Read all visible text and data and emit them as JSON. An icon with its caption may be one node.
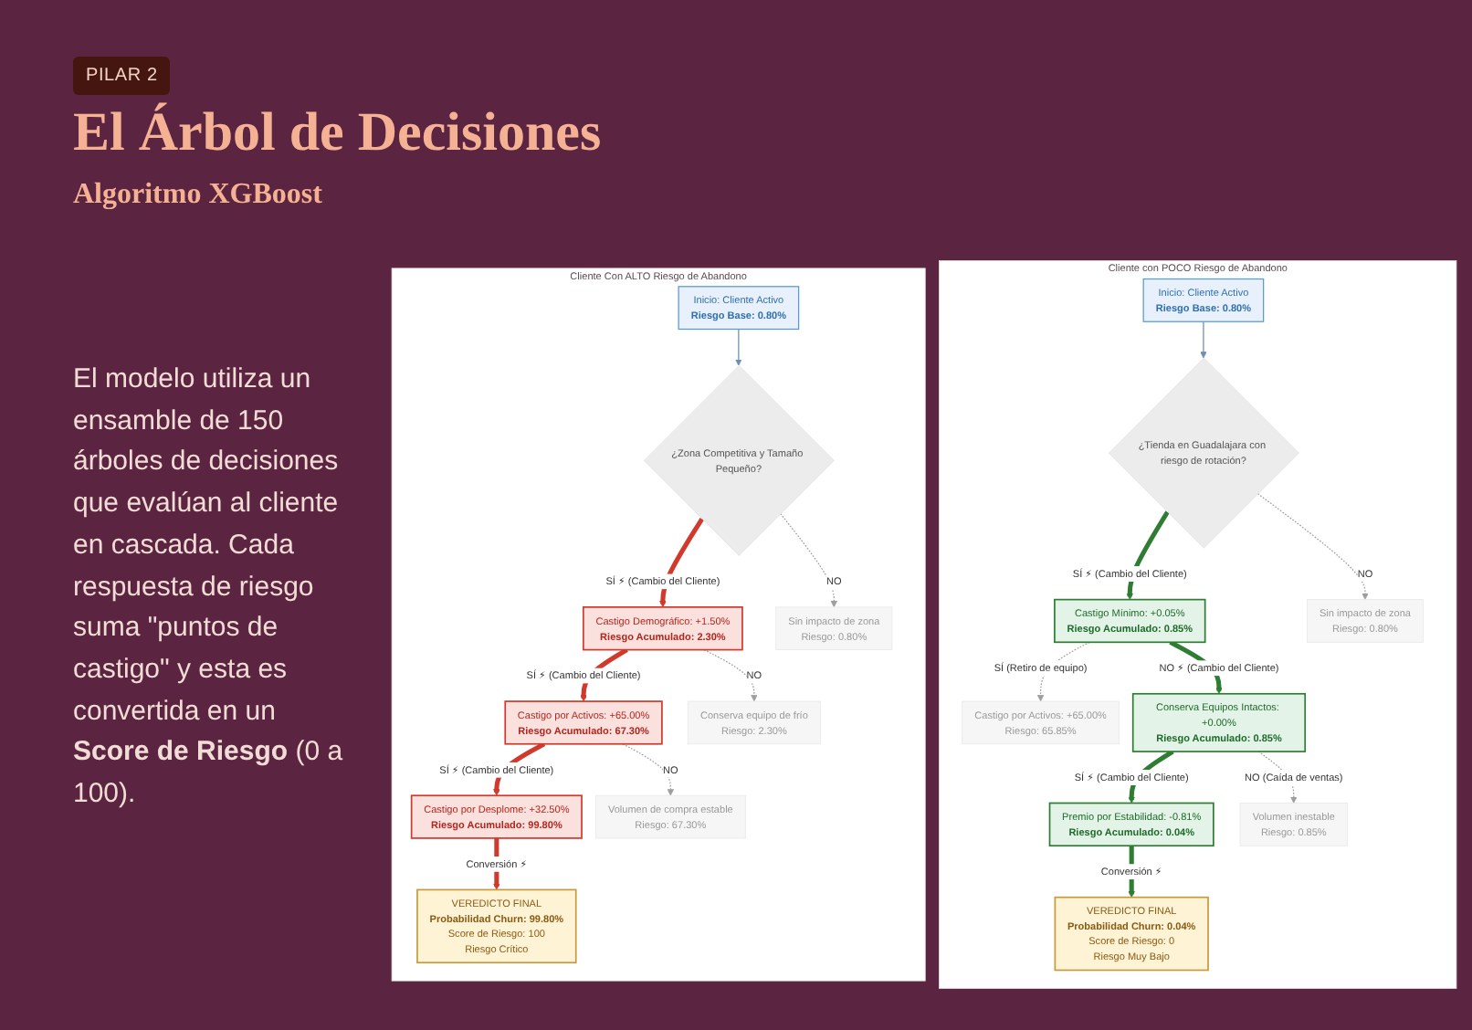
{
  "diagram": {
    "title": "El Árbol de Decisiones",
    "nodes": [
      {
        "text": [
          "Cliente Con ALTO Riesgo de Abandono"
        ]
      },
      {
        "text": [
          "Inicio: Cliente Activo",
          "Riesgo Base: 0.80%"
        ],
        "in": 0
      },
      {
        "text": [
          "¿Zona Competitiva y Tamaño Pequeño?"
        ],
        "in": 0
      },
      {
        "text": [
          "Castigo Demográfico: +1.50%",
          "Riesgo Acumulado: 2.30%"
        ],
        "in": 0
      },
      {
        "text": [
          "Sin impacto de zona",
          "Riesgo: 0.80%"
        ],
        "in": 0
      },
      {
        "text": [
          "Castigo por Activos: +65.00%",
          "Riesgo Acumulado: 67.30%"
        ],
        "in": 0
      },
      {
        "text": [
          "Conserva equipo de frío",
          "Riesgo: 2.30%"
        ],
        "in": 0
      },
      {
        "text": [
          "Castigo por Desplome: +32.50%",
          "Riesgo Acumulado: 99.80%"
        ],
        "in": 0
      },
      {
        "text": [
          "Volumen de compra estable",
          "Riesgo: 67.30%"
        ],
        "in": 0
      },
      {
        "text": [
          "VEREDICTO FINAL",
          "Probabilidad Churn: 99.80%",
          "Score de Riesgo: 100",
          "Riesgo Crítico"
        ],
        "in": 0
      },
      {
        "text": [
          "Cliente con POCO Riesgo de Abandono"
        ]
      },
      {
        "text": [
          "Inicio: Cliente Activo",
          "Riesgo Base: 0.80%"
        ],
        "in": 10
      },
      {
        "text": [
          "¿Tienda en Guadalajara con riesgo de rotación?"
        ],
        "in": 10
      },
      {
        "text": [
          "Castigo Mínimo: +0.05%",
          "Riesgo Acumulado: 0.85%"
        ],
        "in": 10
      },
      {
        "text": [
          "Sin impacto de zona",
          "Riesgo: 0.80%"
        ],
        "in": 10
      },
      {
        "text": [
          "Castigo por Activos: +65.00%",
          "Riesgo: 65.85%"
        ],
        "in": 10
      },
      {
        "text": [
          "Conserva Equipos Intactos: +0.00%",
          "Riesgo Acumulado: 0.85%"
        ],
        "in": 10
      },
      {
        "text": [
          "Volumen inestable",
          "Riesgo: 0.85%"
        ],
        "in": 10
      },
      {
        "text": [
          "Premio por Estabilidad: -0.81%",
          "Riesgo Acumulado: 0.04%"
        ],
        "in": 10
      },
      {
        "text": [
          "VEREDICTO FINAL",
          "Probabilidad Churn: 0.04%",
          "Score de Riesgo: 0",
          "Riesgo Muy Bajo"
        ],
        "in": 10
      }
    ],
    "edges": [
      {
        "from": 1,
        "to": 2,
        "arrow": "to"
      },
      {
        "from": 2,
        "to": 3,
        "arrow": "to",
        "label": "SÍ ⚡ (Cambio del Cliente)",
        "style": "thick",
        "color": "#d0392b"
      },
      {
        "from": 2,
        "to": 4,
        "arrow": "to",
        "label": "NO",
        "style": "dashed",
        "color": "#9e9e9e"
      },
      {
        "from": 3,
        "to": 5,
        "arrow": "to",
        "label": "SÍ ⚡ (Cambio del Cliente)",
        "style": "thick",
        "color": "#d0392b"
      },
      {
        "from": 3,
        "to": 6,
        "arrow": "to",
        "label": "NO",
        "style": "dashed",
        "color": "#9e9e9e"
      },
      {
        "from": 5,
        "to": 7,
        "arrow": "to",
        "label": "SÍ ⚡ (Cambio del Cliente)",
        "style": "thick",
        "color": "#d0392b"
      },
      {
        "from": 5,
        "to": 8,
        "arrow": "to",
        "label": "NO",
        "style": "dashed",
        "color": "#9e9e9e"
      },
      {
        "from": 7,
        "to": 9,
        "arrow": "to",
        "label": "Conversión ⚡",
        "style": "thick",
        "color": "#d0392b"
      },
      {
        "from": 11,
        "to": 12,
        "arrow": "to"
      },
      {
        "from": 12,
        "to": 13,
        "arrow": "to",
        "label": "SÍ ⚡ (Cambio del Cliente)",
        "style": "thick",
        "color": "#2e7d32"
      },
      {
        "from": 12,
        "to": 14,
        "arrow": "to",
        "label": "NO",
        "style": "dashed",
        "color": "#9e9e9e"
      },
      {
        "from": 13,
        "to": 15,
        "arrow": "to",
        "label": "SÍ (Retiro de equipo)",
        "style": "dashed",
        "color": "#9e9e9e"
      },
      {
        "from": 13,
        "to": 16,
        "arrow": "to",
        "label": "NO ⚡ (Cambio del Cliente)",
        "style": "thick",
        "color": "#2e7d32"
      },
      {
        "from": 16,
        "to": 18,
        "arrow": "to",
        "label": "SÍ ⚡ (Cambio del Cliente)",
        "style": "thick",
        "color": "#2e7d32"
      },
      {
        "from": 16,
        "to": 17,
        "arrow": "to",
        "label": "NO (Caída de ventas)",
        "style": "dashed",
        "color": "#9e9e9e"
      },
      {
        "from": 18,
        "to": 19,
        "arrow": "to",
        "label": "Conversión ⚡",
        "style": "thick",
        "color": "#2e7d32"
      }
    ],
    "labels": [
      "PILAR 2",
      "Algoritmo XGBoost",
      "El modelo utiliza un ensamble de 150 árboles de decisiones que evalúan al cliente en cascada. Cada respuesta de riesgo suma \"puntos de castigo\" y esta es convertida en un **Score de Riesgo** (0 a 100)."
    ]
  }
}
